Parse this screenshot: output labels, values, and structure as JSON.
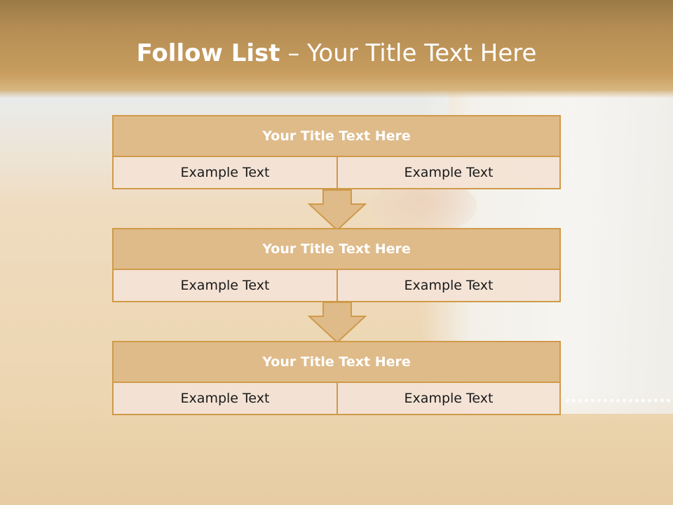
{
  "slide": {
    "title_bold": "Follow List",
    "title_rest": "– Your Title Text Here"
  },
  "steps": [
    {
      "title": "Your Title Text Here",
      "left": "Example Text",
      "right": "Example Text"
    },
    {
      "title": "Your Title Text Here",
      "left": "Example Text",
      "right": "Example Text"
    },
    {
      "title": "Your Title Text Here",
      "left": "Example Text",
      "right": "Example Text"
    }
  ],
  "colors": {
    "header_band": "#b58e55",
    "box_header": "#dfbb8a",
    "box_cell": "#f3e3d5",
    "border": "#cf9a4a"
  }
}
